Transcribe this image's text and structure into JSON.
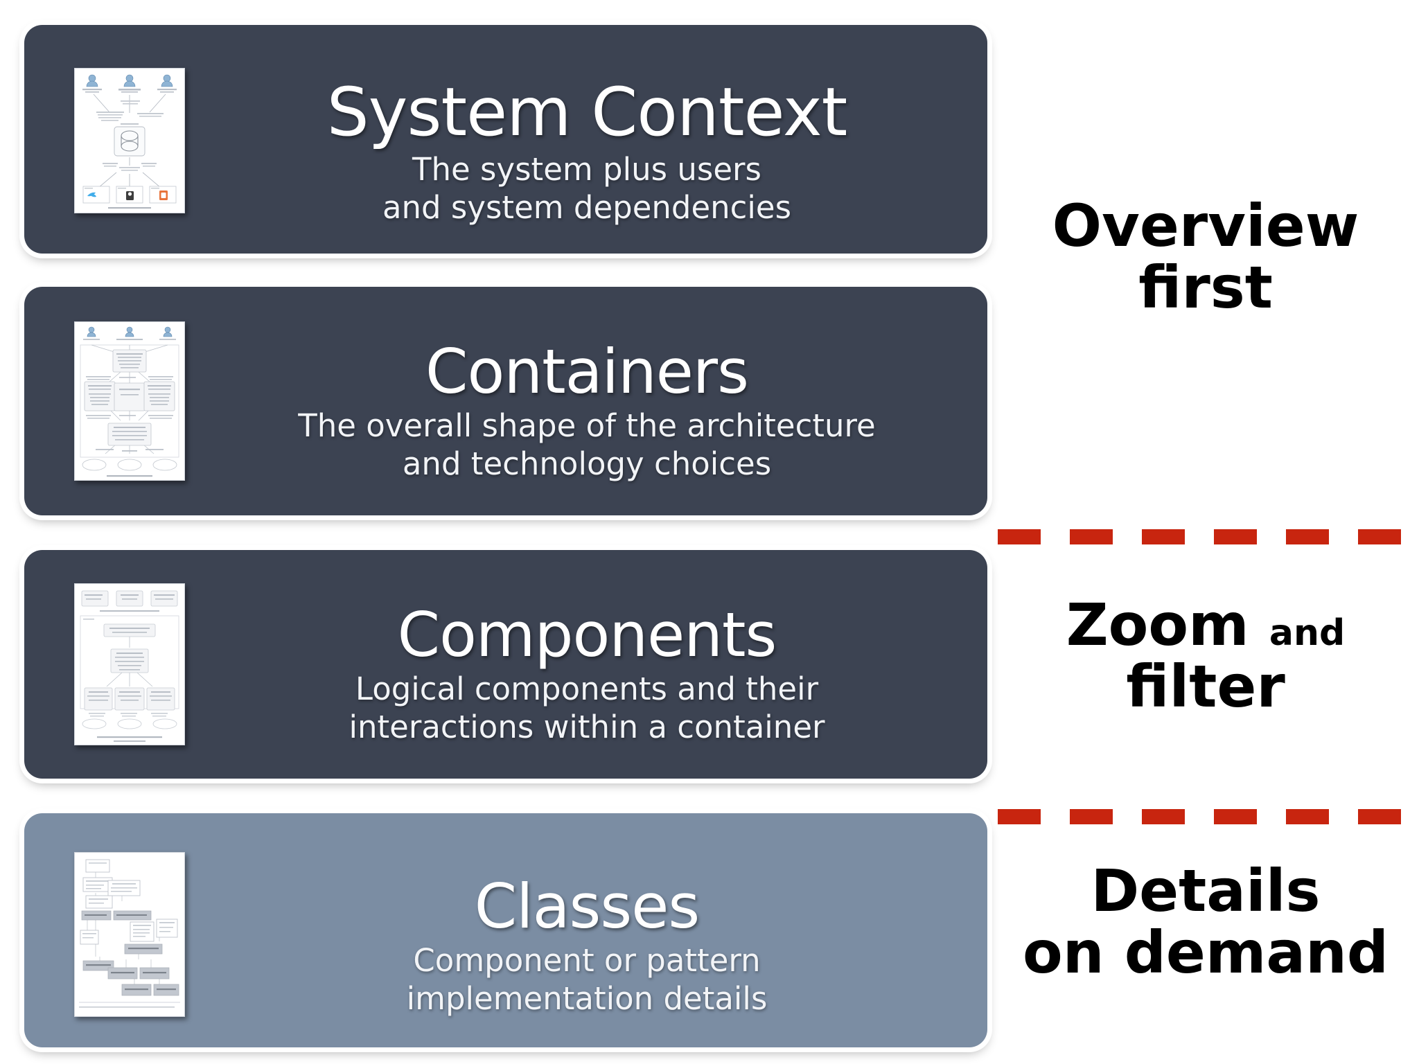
{
  "cards": [
    {
      "title": "System Context",
      "subtitle_line1": "The system plus users",
      "subtitle_line2": "and system dependencies",
      "thumbnail_name": "system-context-diagram-thumbnail",
      "background_color": "#3c4352"
    },
    {
      "title": "Containers",
      "subtitle_line1": "The overall shape of the architecture",
      "subtitle_line2": "and technology choices",
      "thumbnail_name": "containers-diagram-thumbnail",
      "background_color": "#3c4352"
    },
    {
      "title": "Components",
      "subtitle_line1": "Logical components and their",
      "subtitle_line2": "interactions within a container",
      "thumbnail_name": "components-diagram-thumbnail",
      "background_color": "#3c4352"
    },
    {
      "title": "Classes",
      "subtitle_line1": "Component or pattern",
      "subtitle_line2": "implementation details",
      "thumbnail_name": "classes-diagram-thumbnail",
      "background_color": "#7b8da3"
    }
  ],
  "notes": [
    {
      "line1": "Overview",
      "line2": "first"
    },
    {
      "line1_big": "Zoom",
      "line1_small": "and",
      "line2": "filter"
    },
    {
      "line1": "Details",
      "line2": "on demand"
    }
  ],
  "colors": {
    "card_dark": "#3c4352",
    "card_light": "#7b8da3",
    "divider_red": "#c8250f",
    "page_background": "#ffffff",
    "card_text": "#ffffff",
    "note_text": "#000000"
  }
}
